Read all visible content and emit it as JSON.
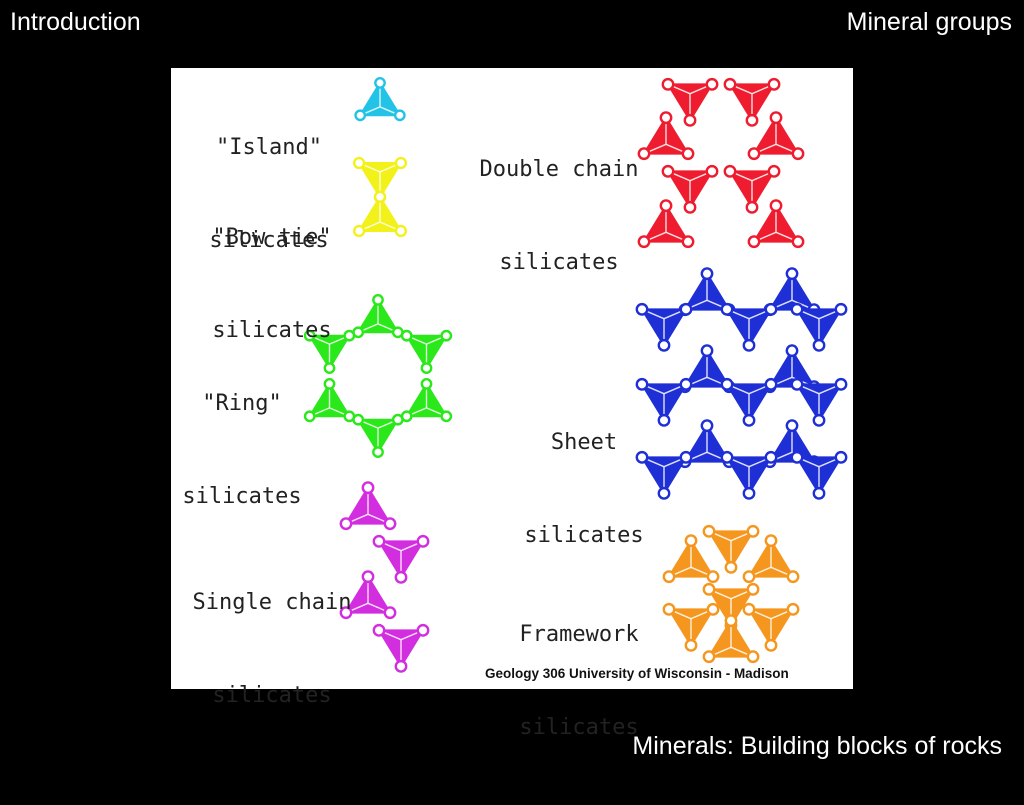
{
  "header": {
    "left": "Introduction",
    "right": "Mineral groups"
  },
  "footer": "Minerals: Building blocks of rocks",
  "figure": {
    "groups": [
      {
        "id": "island",
        "line1": "\"Island\"",
        "line2": "silicates",
        "color": "#22c3e6"
      },
      {
        "id": "bowtie",
        "line1": "\"Bow tie\"",
        "line2": "silicates",
        "color": "#f2f21a"
      },
      {
        "id": "ring",
        "line1": "\"Ring\"",
        "line2": "silicates",
        "color": "#2ae81a"
      },
      {
        "id": "single-chain",
        "line1": "Single chain",
        "line2": "silicates",
        "color": "#d22ee0"
      },
      {
        "id": "double-chain",
        "line1": "Double chain",
        "line2": "silicates",
        "color": "#ee1c2e"
      },
      {
        "id": "sheet",
        "line1": "Sheet",
        "line2": "silicates",
        "color": "#1e2fd6"
      },
      {
        "id": "framework",
        "line1": "Framework",
        "line2": "silicates",
        "color": "#f5961e"
      }
    ],
    "credit": "Geology 306 University of Wisconsin - Madison"
  }
}
